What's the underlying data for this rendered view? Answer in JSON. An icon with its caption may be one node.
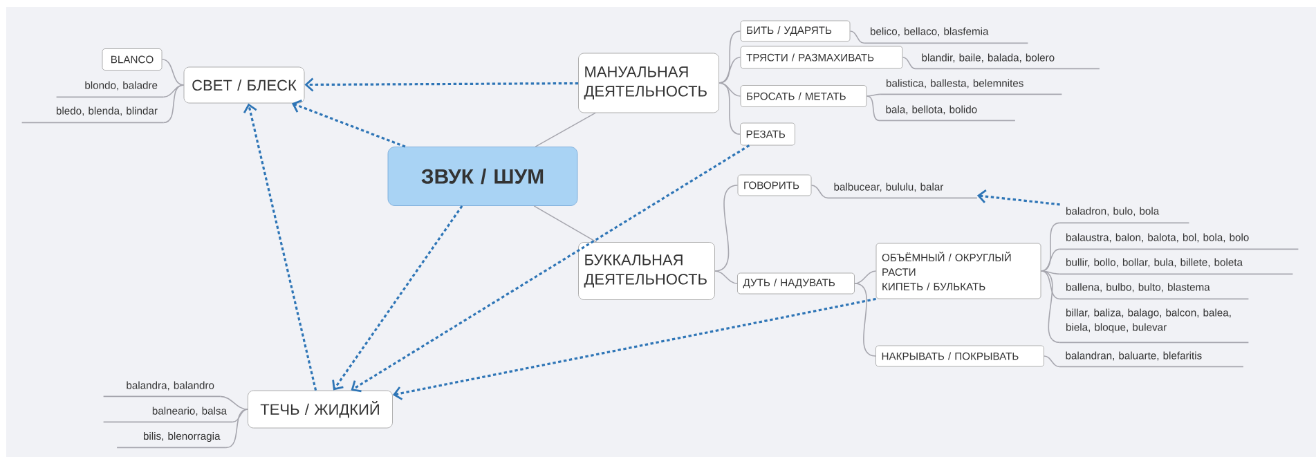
{
  "diagram": {
    "nodes": [
      {
        "text": [
          "ЗВУК / ШУМ"
        ]
      },
      {
        "text": [
          "СВЕТ / БЛЕСК"
        ]
      },
      {
        "text": [
          "BLANCO"
        ]
      },
      {
        "text": [
          "blondo, baladre"
        ]
      },
      {
        "text": [
          "bledo, blenda, blindar"
        ]
      },
      {
        "text": [
          "МАНУАЛЬНАЯ ДЕЯТЕЛЬНОСТЬ"
        ]
      },
      {
        "text": [
          "БИТЬ / УДАРЯТЬ"
        ]
      },
      {
        "text": [
          "belico, bellaco, blasfemia"
        ]
      },
      {
        "text": [
          "ТРЯСТИ / РАЗМАХИВАТЬ"
        ]
      },
      {
        "text": [
          "blandir, baile, balada, bolero"
        ]
      },
      {
        "text": [
          "БРОСАТЬ / МЕТАТЬ"
        ]
      },
      {
        "text": [
          "balistica, ballesta, belemnites"
        ]
      },
      {
        "text": [
          "bala, bellota, bolido"
        ]
      },
      {
        "text": [
          "РЕЗАТЬ"
        ]
      },
      {
        "text": [
          "БУККАЛЬНАЯ ДЕЯТЕЛЬНОСТЬ"
        ]
      },
      {
        "text": [
          "ГОВОРИТЬ"
        ]
      },
      {
        "text": [
          "balbucear, bululu, balar"
        ]
      },
      {
        "text": [
          "baladron, bulo, bola"
        ]
      },
      {
        "text": [
          "ДУТЬ / НАДУВАТЬ"
        ]
      },
      {
        "text": [
          "ОБЪЁМНЫЙ / ОКРУГЛЫЙ",
          "РАСТИ",
          "КИПЕТЬ / БУЛЬКАТЬ"
        ]
      },
      {
        "text": [
          "balaustra, balon, balota, bol, bola, bolo"
        ]
      },
      {
        "text": [
          "bullir, bollo, bollar, bula, billete, boleta"
        ]
      },
      {
        "text": [
          "ballena, bulbo, bulto, blastema"
        ]
      },
      {
        "text": [
          "billar, baliza, balago, balcon, balea, biela, bloque, bulevar"
        ]
      },
      {
        "text": [
          "НАКРЫВАТЬ / ПОКРЫВАТЬ"
        ]
      },
      {
        "text": [
          "balandran, baluarte, blefaritis"
        ]
      },
      {
        "text": [
          "ТЕЧЬ / ЖИДКИЙ"
        ]
      },
      {
        "text": [
          "balandra, balandro"
        ]
      },
      {
        "text": [
          "balneario, balsa"
        ]
      },
      {
        "text": [
          "bilis, blenorragia"
        ]
      }
    ],
    "edges": [
      {
        "from": 0,
        "to": 5,
        "arrow": "none"
      },
      {
        "from": 0,
        "to": 14,
        "arrow": "none"
      },
      {
        "from": 1,
        "to": 2,
        "arrow": "none"
      },
      {
        "from": 1,
        "to": 3,
        "arrow": "none"
      },
      {
        "from": 1,
        "to": 4,
        "arrow": "none"
      },
      {
        "from": 5,
        "to": 6,
        "arrow": "none"
      },
      {
        "from": 5,
        "to": 8,
        "arrow": "none"
      },
      {
        "from": 5,
        "to": 10,
        "arrow": "none"
      },
      {
        "from": 5,
        "to": 13,
        "arrow": "none"
      },
      {
        "from": 6,
        "to": 7,
        "arrow": "none"
      },
      {
        "from": 8,
        "to": 9,
        "arrow": "none"
      },
      {
        "from": 10,
        "to": 11,
        "arrow": "none"
      },
      {
        "from": 10,
        "to": 12,
        "arrow": "none"
      },
      {
        "from": 14,
        "to": 15,
        "arrow": "none"
      },
      {
        "from": 14,
        "to": 18,
        "arrow": "none"
      },
      {
        "from": 15,
        "to": 16,
        "arrow": "none"
      },
      {
        "from": 18,
        "to": 19,
        "arrow": "none"
      },
      {
        "from": 18,
        "to": 24,
        "arrow": "none"
      },
      {
        "from": 19,
        "to": 17,
        "arrow": "none"
      },
      {
        "from": 19,
        "to": 20,
        "arrow": "none"
      },
      {
        "from": 19,
        "to": 21,
        "arrow": "none"
      },
      {
        "from": 19,
        "to": 22,
        "arrow": "none"
      },
      {
        "from": 19,
        "to": 23,
        "arrow": "none"
      },
      {
        "from": 24,
        "to": 25,
        "arrow": "none"
      },
      {
        "from": 26,
        "to": 27,
        "arrow": "none"
      },
      {
        "from": 26,
        "to": 28,
        "arrow": "none"
      },
      {
        "from": 26,
        "to": 29,
        "arrow": "none"
      },
      {
        "from": 5,
        "to": 1,
        "arrow": "to",
        "style": "dashed",
        "color": "#2e75b6"
      },
      {
        "from": 0,
        "to": 1,
        "arrow": "to",
        "style": "dashed",
        "color": "#2e75b6"
      },
      {
        "from": 26,
        "to": 1,
        "arrow": "to",
        "style": "dashed",
        "color": "#2e75b6"
      },
      {
        "from": 0,
        "to": 26,
        "arrow": "to",
        "style": "dashed",
        "color": "#2e75b6"
      },
      {
        "from": 13,
        "to": 26,
        "arrow": "to",
        "style": "dashed",
        "color": "#2e75b6"
      },
      {
        "from": 19,
        "to": 26,
        "arrow": "to",
        "style": "dashed",
        "color": "#2e75b6"
      },
      {
        "from": 17,
        "to": 16,
        "arrow": "to",
        "style": "dashed",
        "color": "#2e75b6"
      }
    ]
  }
}
